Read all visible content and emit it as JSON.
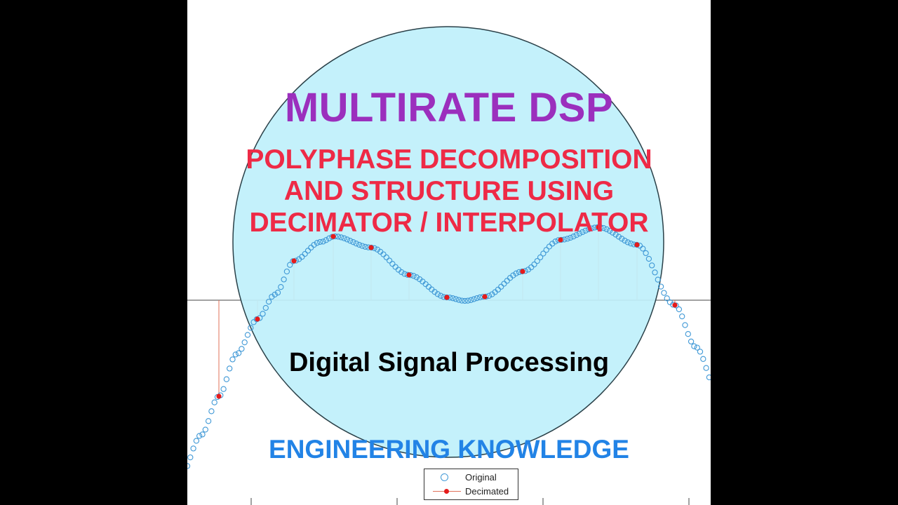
{
  "thumbnail": {
    "title": "MULTIRATE DSP",
    "subtitle_lines": [
      "POLYPHASE DECOMPOSITION",
      "AND STRUCTURE USING",
      "DECIMATOR / INTERPOLATOR"
    ],
    "topic": "Digital Signal Processing",
    "channel": "ENGINEERING KNOWLEDGE"
  },
  "legend": {
    "entries": [
      {
        "label": "Original",
        "marker": "open-circle",
        "color": "#3f98d6"
      },
      {
        "label": "Decimated",
        "marker": "line-with-dot",
        "color": "#e51b1b"
      }
    ]
  },
  "colors": {
    "title": "#9b2fbd",
    "subtitle": "#ee2a46",
    "channel": "#2283e6",
    "circle_fill": "#bff0fb",
    "circle_stroke": "#2a4048",
    "original_marker": "#3f98d6",
    "decimated_stem": "#e0705a",
    "decimated_dot": "#e51b1b"
  }
}
